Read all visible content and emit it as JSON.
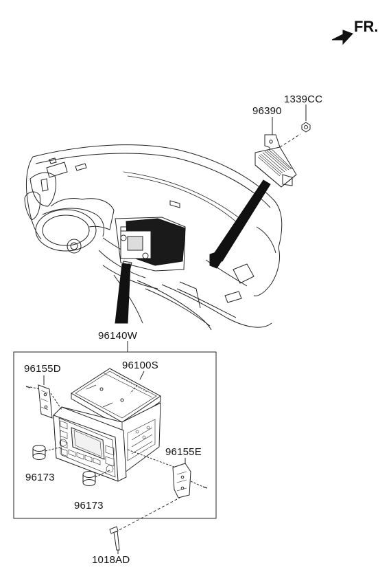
{
  "direction_label": "FR.",
  "callouts": {
    "c1339CC": "1339CC",
    "c96390": "96390",
    "c96140W": "96140W",
    "c96155D": "96155D",
    "c96100S": "96100S",
    "c96155E": "96155E",
    "c96173a": "96173",
    "c96173b": "96173",
    "c1018AD": "1018AD"
  },
  "icons": {
    "direction": "forward-arrow-icon"
  }
}
